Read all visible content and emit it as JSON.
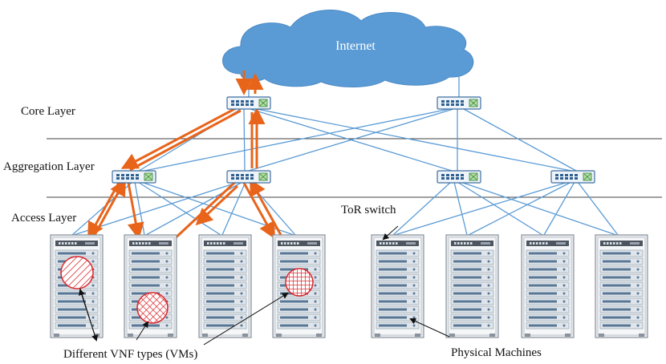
{
  "diagram": {
    "cloud_label": "Internet",
    "layers": {
      "core": "Core Layer",
      "aggregation": "Aggregation Layer",
      "access": "Access Layer"
    },
    "annotations": {
      "tor_switch": "ToR switch",
      "vnf_types": "Different VNF types  (VMs)",
      "physical_machines": "Physical Machines"
    },
    "colors": {
      "link": "#5b9bd5",
      "traffic": "#e8641b",
      "vnf": "#d9262c",
      "cloud": "#5b9bd5"
    }
  }
}
